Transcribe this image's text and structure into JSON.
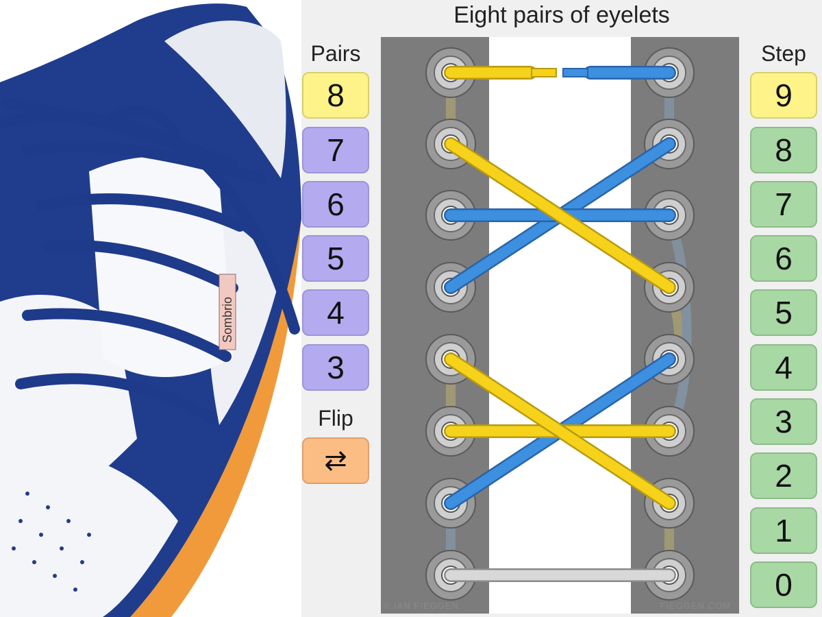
{
  "title": "Eight pairs of eyelets",
  "pairs": {
    "label": "Pairs",
    "options": [
      "8",
      "7",
      "6",
      "5",
      "4",
      "3"
    ],
    "selected": "8"
  },
  "flip": {
    "label": "Flip",
    "icon": "⇄",
    "icon_name": "swap-arrows-icon"
  },
  "steps": {
    "label": "Step",
    "options": [
      "9",
      "8",
      "7",
      "6",
      "5",
      "4",
      "3",
      "2",
      "1",
      "0"
    ],
    "selected": "9"
  },
  "watermarks": {
    "left": "© IAN FIEGGEN",
    "right": "FIEGGEN.COM"
  },
  "photo": {
    "tag_text": "Sombrio"
  },
  "colors": {
    "lace_yellow": "#f6d21a",
    "lace_blue": "#3d8fe0",
    "lace_grey": "#d8d8d8",
    "shoe_navy": "#203c8c",
    "sole_orange": "#f09a3c",
    "pair_button": "#b3aaf0",
    "step_button": "#a8d8a4",
    "active_button": "#fdf389",
    "flip_button": "#fbbd84"
  }
}
